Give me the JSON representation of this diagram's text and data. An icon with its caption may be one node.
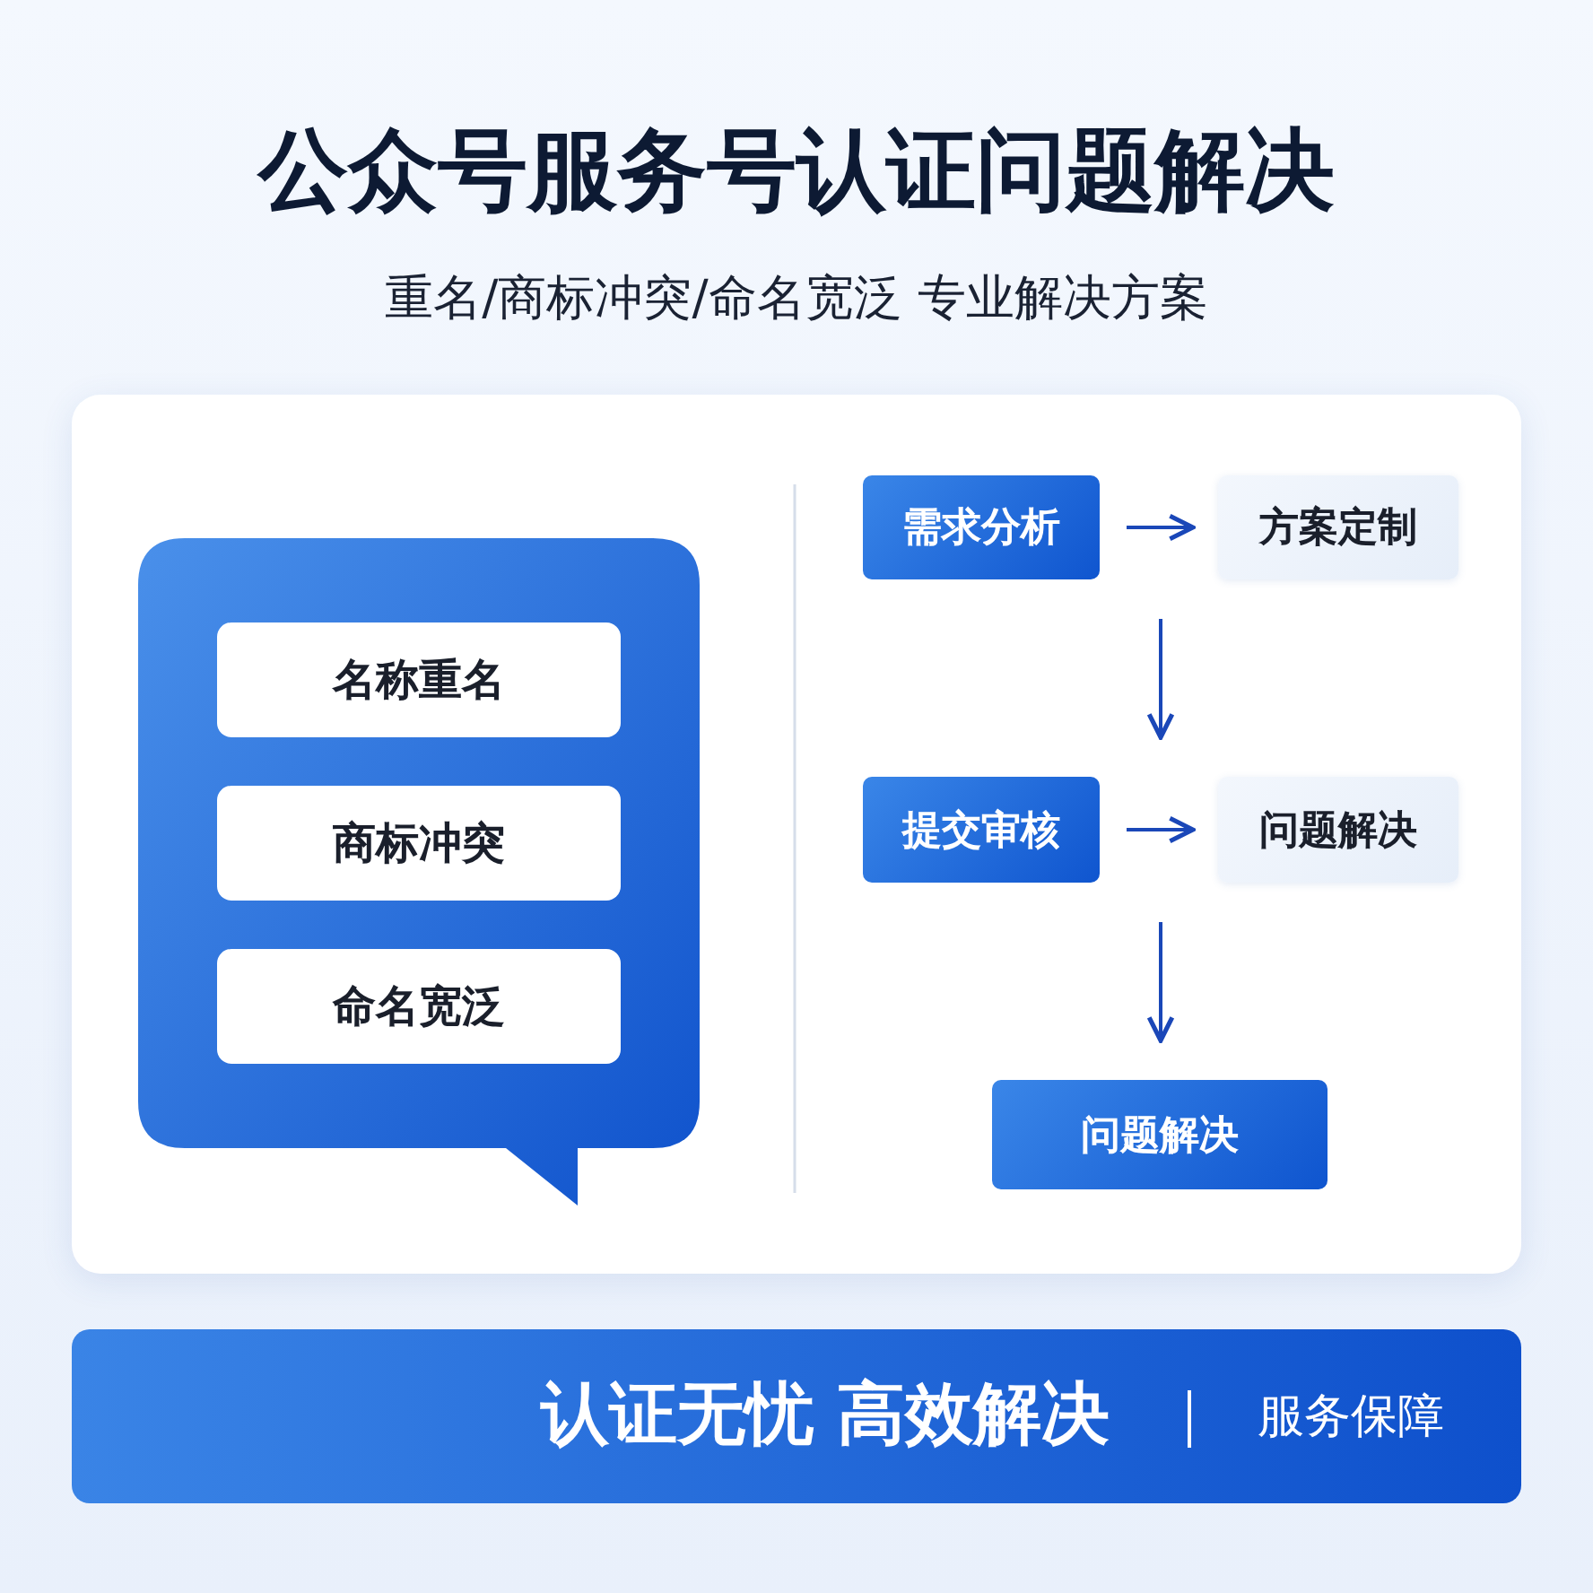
{
  "diagram": {
    "title": "公众号服务号认证问题解决",
    "caption": "重名/商标冲突/命名宽泛 专业解决方案",
    "nodes": [
      {
        "text": [],
        "shape": "bubble"
      },
      {
        "text": [
          "名称重名"
        ],
        "in": 0
      },
      {
        "text": [
          "商标冲突"
        ],
        "in": 0
      },
      {
        "text": [
          "命名宽泛"
        ],
        "in": 0
      },
      {
        "text": [
          "需求分析"
        ]
      },
      {
        "text": [
          "方案定制"
        ]
      },
      {
        "text": [
          "提交审核"
        ]
      },
      {
        "text": [
          "问题解决"
        ]
      },
      {
        "text": [
          "问题解决"
        ]
      },
      {
        "text": [
          "认证无忧 高效解决",
          "服务保障"
        ]
      }
    ],
    "edges": [
      {
        "from": 4,
        "to": 5,
        "arrow": "to"
      },
      {
        "from": 5,
        "to": 6,
        "arrow": "to"
      },
      {
        "from": 6,
        "to": 7,
        "arrow": "to"
      },
      {
        "from": 7,
        "to": 8,
        "arrow": "to"
      }
    ]
  }
}
